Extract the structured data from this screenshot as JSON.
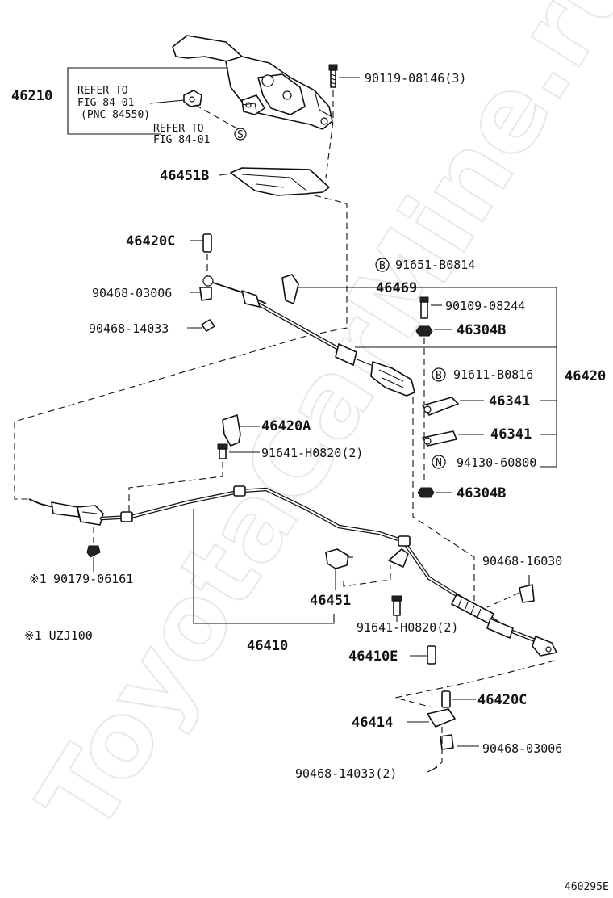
{
  "watermark": "ToyotaCarMine.ru",
  "figure_code": "460295E",
  "model_note": "※1 UZJ100",
  "refer_box": {
    "part": "46210",
    "line1": "REFER TO",
    "line2": "FIG 84-01",
    "line3": "(PNC 84550)",
    "s_line1": "REFER TO",
    "s_line2": "FIG 84-01",
    "s_symbol": "S"
  },
  "parts": {
    "bolt_top": "90119-08146(3)",
    "p46451B": "46451B",
    "p46420C_top": "46420C",
    "b91651": "91651-B0814",
    "b_symbol": "B",
    "p90468_03006_top": "90468-03006",
    "p46469": "46469",
    "p90468_14033_top": "90468-14033",
    "p90109": "90109-08244",
    "p46304B_top": "46304B",
    "b91611": "91611-B0816",
    "p46420": "46420",
    "p46341_a": "46341",
    "p46341_b": "46341",
    "p46420A": "46420A",
    "p91641_top": "91641-H0820(2)",
    "n94130": "94130-60800",
    "n_symbol": "N",
    "p46304B_bot": "46304B",
    "p90468_16030": "90468-16030",
    "note_mark": "※1",
    "p90179": "90179-06161",
    "p46451": "46451",
    "p91641_bot": "91641-H0820(2)",
    "p46410": "46410",
    "p46410E": "46410E",
    "p46420C_bot": "46420C",
    "p46414": "46414",
    "p90468_03006_bot": "90468-03006",
    "p90468_14033_bot": "90468-14033(2)"
  }
}
